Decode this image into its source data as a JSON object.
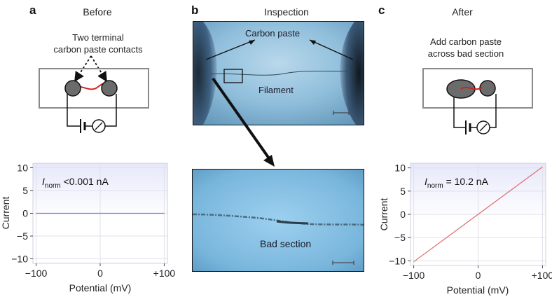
{
  "panel_a": {
    "letter": "a",
    "title": "Before",
    "schematic_note_line1": "Two terminal",
    "schematic_note_line2": "carbon paste contacts"
  },
  "panel_b": {
    "letter": "b",
    "title": "Inspection",
    "top_image_labels": {
      "carbon_paste": "Carbon paste",
      "filament": "Filament"
    },
    "bottom_image_label": "Bad section"
  },
  "panel_c": {
    "letter": "c",
    "title": "After",
    "schematic_note_line1": "Add carbon paste",
    "schematic_note_line2": "across bad section"
  },
  "colors": {
    "wire_red": "#d42020",
    "blue_line": "#6a7ed8",
    "red_line": "#e06a6a",
    "plot_bg_top": "#ecedfb",
    "microscope_blue": "#7fb3d4"
  },
  "chart_data": [
    {
      "panel": "a",
      "type": "line",
      "xlabel": "Potential (mV)",
      "ylabel": "Current",
      "annotation": {
        "symbol": "I",
        "subscript": "norm",
        "text": " <0.001 nA"
      },
      "xlim": [
        -105,
        105
      ],
      "ylim": [
        -11,
        11
      ],
      "xticks": [
        -100,
        0,
        100
      ],
      "xtick_labels": [
        "−100",
        "0",
        "+100"
      ],
      "yticks": [
        10,
        5,
        0,
        -5,
        -10
      ],
      "ytick_labels": [
        "10",
        "5",
        "0",
        "−5",
        "−10"
      ],
      "grid": true,
      "series": [
        {
          "x": [
            -100,
            100
          ],
          "y": [
            0,
            0
          ],
          "color": "#6a7ed8"
        }
      ]
    },
    {
      "panel": "c",
      "type": "line",
      "xlabel": "Potential (mV)",
      "ylabel": "Current",
      "annotation": {
        "symbol": "I",
        "subscript": "norm",
        "text": " = 10.2 nA"
      },
      "xlim": [
        -105,
        105
      ],
      "ylim": [
        -11,
        11
      ],
      "xticks": [
        -100,
        0,
        100
      ],
      "xtick_labels": [
        "−100",
        "0",
        "+100"
      ],
      "yticks": [
        10,
        5,
        0,
        -5,
        -10
      ],
      "ytick_labels": [
        "10",
        "5",
        "0",
        "−5",
        "−10"
      ],
      "grid": true,
      "series": [
        {
          "x": [
            -100,
            100
          ],
          "y": [
            -10.2,
            10.2
          ],
          "color": "#e06a6a"
        }
      ]
    }
  ]
}
